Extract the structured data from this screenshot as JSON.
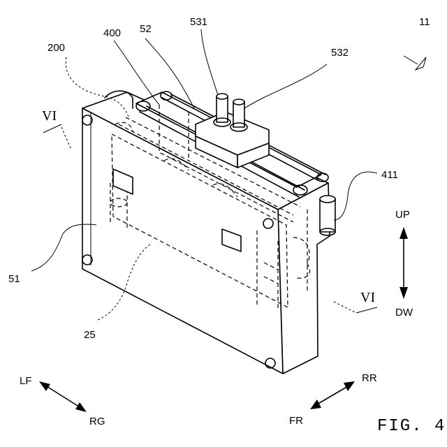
{
  "figure": {
    "title": "FIG. 4",
    "refs": {
      "r11": "11",
      "r200": "200",
      "r400": "400",
      "r52": "52",
      "r531": "531",
      "r532": "532",
      "r411": "411",
      "r51": "51",
      "r25": "25"
    },
    "section": {
      "top": "VI",
      "bottom": "VI"
    },
    "directions": {
      "up": "UP",
      "down": "DW",
      "left_front": "LF",
      "right": "RG",
      "rear_right": "RR",
      "front": "FR"
    }
  }
}
